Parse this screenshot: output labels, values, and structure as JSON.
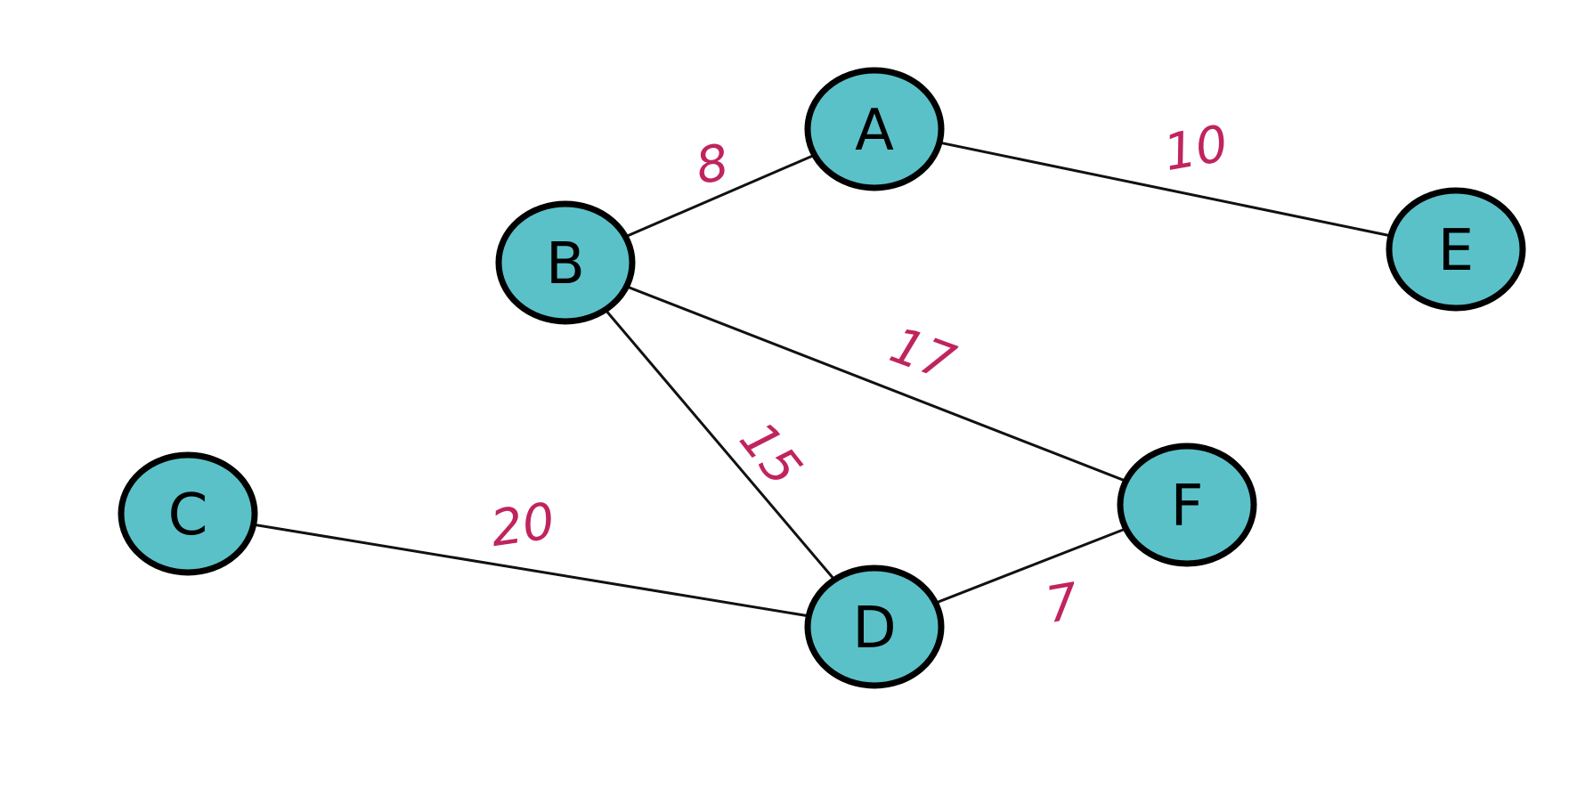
{
  "colors": {
    "node_fill": "#5bc1c9",
    "node_stroke": "#000000",
    "edge": "#111111",
    "weight": "#c0245e"
  },
  "nodes": [
    {
      "id": "A",
      "label": "A"
    },
    {
      "id": "B",
      "label": "B"
    },
    {
      "id": "C",
      "label": "C"
    },
    {
      "id": "D",
      "label": "D"
    },
    {
      "id": "E",
      "label": "E"
    },
    {
      "id": "F",
      "label": "F"
    }
  ],
  "edges": [
    {
      "from": "B",
      "to": "A",
      "weight": "8"
    },
    {
      "from": "A",
      "to": "E",
      "weight": "10"
    },
    {
      "from": "B",
      "to": "F",
      "weight": "17"
    },
    {
      "from": "B",
      "to": "D",
      "weight": "15"
    },
    {
      "from": "C",
      "to": "D",
      "weight": "20"
    },
    {
      "from": "D",
      "to": "F",
      "weight": "7"
    }
  ]
}
